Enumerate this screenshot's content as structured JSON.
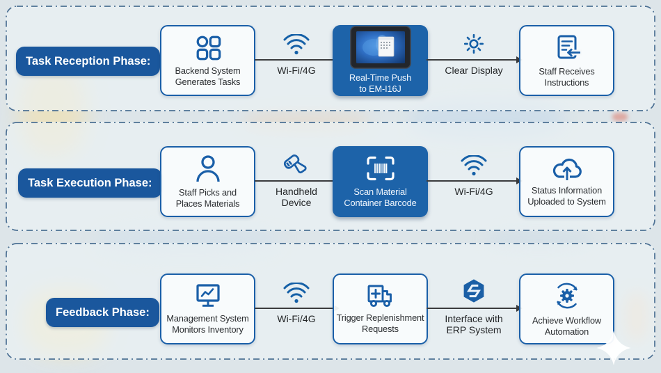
{
  "colors": {
    "primary_blue": "#1a5fa8",
    "filled_box_blue": "#1d63a9",
    "pill_blue": "#1a579d",
    "dash_border": "#4c7093",
    "arrow": "#3a3b3d",
    "background": "#dde5e9",
    "text_dark": "#2a2d30",
    "text_on_blue": "#f0f6fd"
  },
  "phases": [
    {
      "label": "Task Reception Phase:",
      "steps": [
        {
          "title": "Backend System\nGenerates Tasks",
          "icon": "apps-grid-icon",
          "filled": false
        },
        {
          "title": "Real-Time Push\nto EM-I16J",
          "icon": "tablet-image",
          "filled": true
        },
        {
          "title": "Staff Receives\nInstructions",
          "icon": "document-arrow-icon",
          "filled": false
        }
      ],
      "connectors": [
        {
          "label": "Wi-Fi/4G",
          "icon": "wifi-icon"
        },
        {
          "label": "Clear Display",
          "icon": "sun-icon"
        }
      ]
    },
    {
      "label": "Task Execution Phase:",
      "steps": [
        {
          "title": "Staff Picks and\nPlaces Materials",
          "icon": "person-icon",
          "filled": false
        },
        {
          "title": "Scan Material\nContainer Barcode",
          "icon": "barcode-scan-icon",
          "filled": true
        },
        {
          "title": "Status Information\nUploaded to System",
          "icon": "cloud-upload-icon",
          "filled": false
        }
      ],
      "connectors": [
        {
          "label": "Handheld\nDevice",
          "icon": "scanner-icon"
        },
        {
          "label": "Wi-Fi/4G",
          "icon": "wifi-icon"
        }
      ]
    },
    {
      "label": "Feedback Phase:",
      "steps": [
        {
          "title": "Management System\nMonitors Inventory",
          "icon": "monitor-chart-icon",
          "filled": false
        },
        {
          "title": "Trigger Replenishment\nRequests",
          "icon": "truck-plus-icon",
          "filled": false
        },
        {
          "title": "Achieve Workflow\nAutomation",
          "icon": "gear-cycle-icon",
          "filled": false
        }
      ],
      "connectors": [
        {
          "label": "Wi-Fi/4G",
          "icon": "wifi-icon"
        },
        {
          "label": "Interface with\nERP System",
          "icon": "erp-hexagon-icon"
        }
      ]
    }
  ]
}
